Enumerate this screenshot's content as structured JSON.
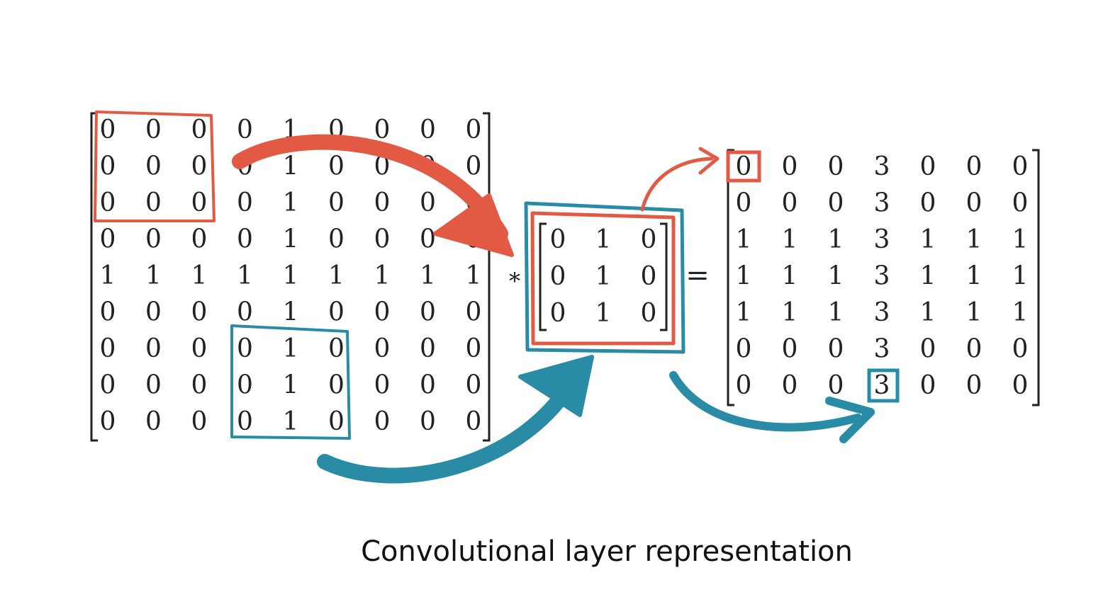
{
  "diagram": {
    "input_matrix": [
      [
        "0",
        "0",
        "0",
        "0",
        "1",
        "0",
        "0",
        "0",
        "0"
      ],
      [
        "0",
        "0",
        "0",
        "0",
        "1",
        "0",
        "0",
        "0",
        "0"
      ],
      [
        "0",
        "0",
        "0",
        "0",
        "1",
        "0",
        "0",
        "0",
        "0"
      ],
      [
        "0",
        "0",
        "0",
        "0",
        "1",
        "0",
        "0",
        "0",
        "0"
      ],
      [
        "1",
        "1",
        "1",
        "1",
        "1",
        "1",
        "1",
        "1",
        "1"
      ],
      [
        "0",
        "0",
        "0",
        "0",
        "1",
        "0",
        "0",
        "0",
        "0"
      ],
      [
        "0",
        "0",
        "0",
        "0",
        "1",
        "0",
        "0",
        "0",
        "0"
      ],
      [
        "0",
        "0",
        "0",
        "0",
        "1",
        "0",
        "0",
        "0",
        "0"
      ],
      [
        "0",
        "0",
        "0",
        "0",
        "1",
        "0",
        "0",
        "0",
        "0"
      ]
    ],
    "kernel_matrix": [
      [
        "0",
        "1",
        "0"
      ],
      [
        "0",
        "1",
        "0"
      ],
      [
        "0",
        "1",
        "0"
      ]
    ],
    "output_matrix": [
      [
        "0",
        "0",
        "0",
        "3",
        "0",
        "0",
        "0"
      ],
      [
        "0",
        "0",
        "0",
        "3",
        "0",
        "0",
        "0"
      ],
      [
        "1",
        "1",
        "1",
        "3",
        "1",
        "1",
        "1"
      ],
      [
        "1",
        "1",
        "1",
        "3",
        "1",
        "1",
        "1"
      ],
      [
        "1",
        "1",
        "1",
        "3",
        "1",
        "1",
        "1"
      ],
      [
        "0",
        "0",
        "0",
        "3",
        "0",
        "0",
        "0"
      ],
      [
        "0",
        "0",
        "0",
        "3",
        "0",
        "0",
        "0"
      ]
    ],
    "operator_convolve": "*",
    "operator_equals": "=",
    "highlight_colors": {
      "red": "#E25A44",
      "teal": "#2A8BA6"
    },
    "caption": "Convolutional layer representation"
  }
}
